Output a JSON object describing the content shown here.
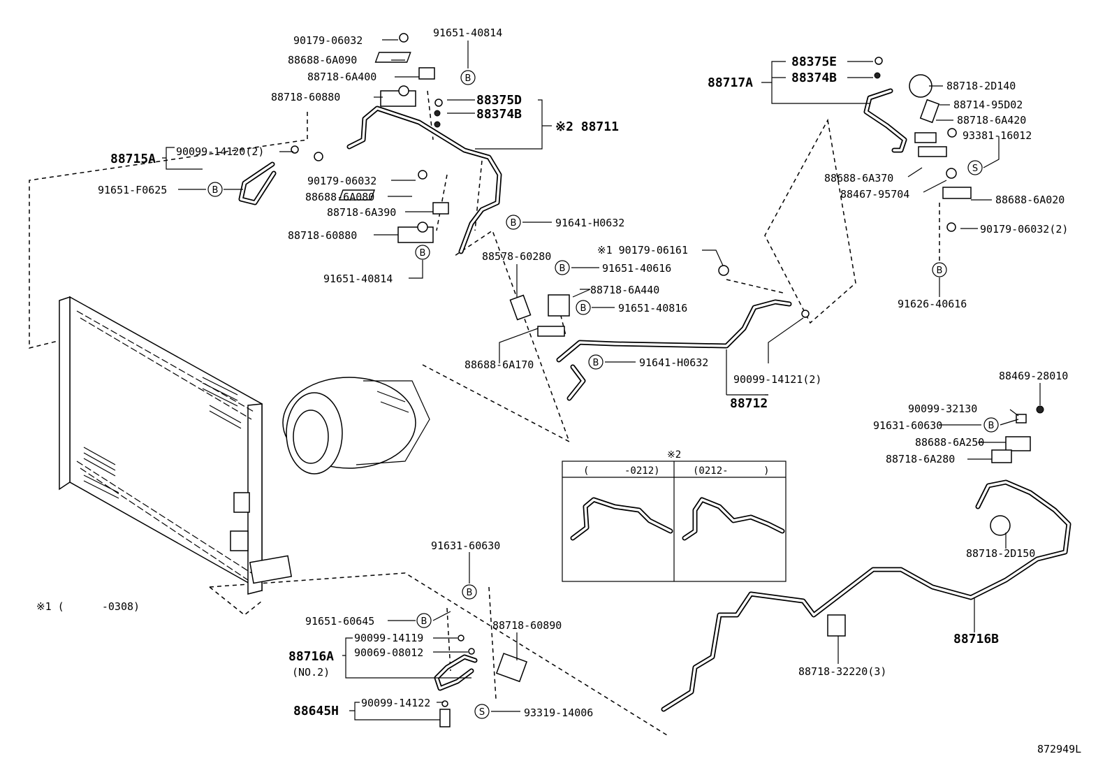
{
  "labels": {
    "p90179_06032_a": "90179-06032",
    "p91651_40814_a": "91651-40814",
    "p88688_6a090": "88688-6A090",
    "p88718_6a400": "88718-6A400",
    "p88718_60880_a": "88718-60880",
    "p88375d": "88375D",
    "p88374b_a": "88374B",
    "p88711": "※2 88711",
    "p88715a": "88715A",
    "p90099_14120": "90099-14120(2)",
    "p91651_f0625": "91651-F0625",
    "p90179_06032_b": "90179-06032",
    "p88688_6a080": "88688-6A080",
    "p88718_6a390": "88718-6A390",
    "p88718_60880_b": "88718-60880",
    "p91651_40814_b": "91651-40814",
    "p91641_h0632_a": "91641-H0632",
    "p90179_06161": "※1 90179-06161",
    "p88578_60280": "88578-60280",
    "p91651_40616": "91651-40616",
    "p88718_6a440": "88718-6A440",
    "p91651_40816": "91651-40816",
    "p88688_6a170": "88688-6A170",
    "p91641_h0632_b": "91641-H0632",
    "p90099_14121": "90099-14121(2)",
    "p88712": "88712",
    "p88717a": "88717A",
    "p88375e": "88375E",
    "p88374b_b": "88374B",
    "p88718_2d140": "88718-2D140",
    "p88714_95d02": "88714-95D02",
    "p88718_6a420": "88718-6A420",
    "p93381_16012": "93381-16012",
    "p88688_6a370": "88688-6A370",
    "p88467_95704": "88467-95704",
    "p88688_6a020": "88688-6A020",
    "p90179_06032_c": "90179-06032(2)",
    "p91626_40616": "91626-40616",
    "p88469_28010": "88469-28010",
    "p90099_32130": "90099-32130",
    "p91631_60630_a": "91631-60630",
    "p88688_6a250": "88688-6A250",
    "p88718_6a280": "88718-6A280",
    "p88718_2d150": "88718-2D150",
    "p88716b": "88716B",
    "p88718_32220": "88718-32220(3)",
    "p91631_60630_b": "91631-60630",
    "p91651_60645": "91651-60645",
    "p88718_60890": "88718-60890",
    "p90099_14119": "90099-14119",
    "p90069_08012": "90069-08012",
    "p88716a": "88716A",
    "p88716a_no2": "(NO.2)",
    "p90099_14122": "90099-14122",
    "p88645h": "88645H",
    "p93319_14006": "93319-14006",
    "note1": "※1 (      -0308)",
    "inset_title": "※2",
    "inset_left": "(      -0212)",
    "inset_right": "(0212-      )",
    "ref_code": "872949L"
  },
  "markers": {
    "b": "B",
    "s": "S"
  }
}
